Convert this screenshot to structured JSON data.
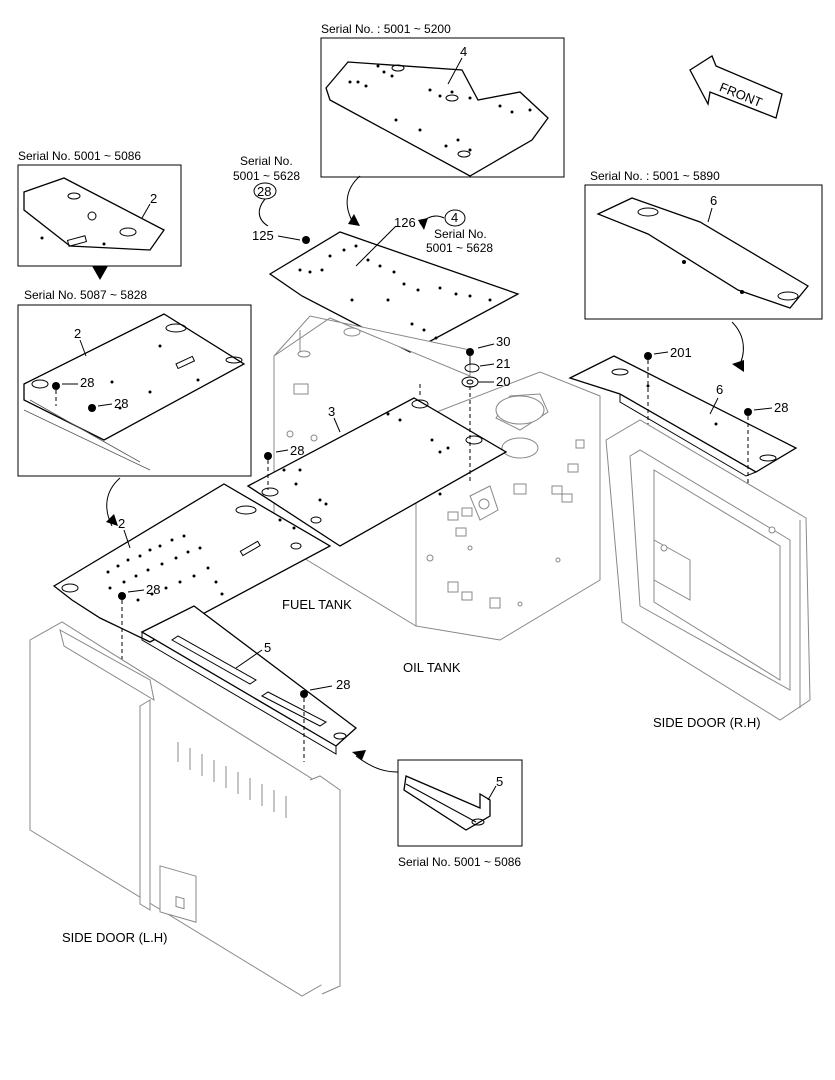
{
  "labels": {
    "serial_top": "Serial No. : 5001 ~ 5200",
    "serial_left_top": "Serial No. 5001 ~ 5086",
    "serial_left_mid": "Serial No. 5087 ~ 5828",
    "serial_right": "Serial No. : 5001 ~ 5890",
    "serial_bottom": "Serial No. 5001 ~ 5086",
    "serial_125_line1": "Serial No.",
    "serial_125_line2": "5001 ~ 5628",
    "serial_126_line1": "Serial No.",
    "serial_126_line2": "5001 ~ 5628",
    "fuel_tank": "FUEL TANK",
    "oil_tank": "OIL TANK",
    "side_door_rh": "SIDE DOOR (R.H)",
    "side_door_lh": "SIDE DOOR (L.H)",
    "front": "FRONT"
  },
  "callouts": {
    "c2_top": "2",
    "c2_mid": "2",
    "c2_main": "2",
    "c3": "3",
    "c4": "4",
    "c4_circle": "4",
    "c5_main": "5",
    "c5_box": "5",
    "c6_box": "6",
    "c6_main": "6",
    "c20": "20",
    "c21": "21",
    "c30": "30",
    "c28_circle": "28",
    "c28_a": "28",
    "c28_b": "28",
    "c28_c": "28",
    "c28_d": "28",
    "c28_e": "28",
    "c28_f": "28",
    "c125": "125",
    "c126": "126",
    "c201": "201"
  }
}
